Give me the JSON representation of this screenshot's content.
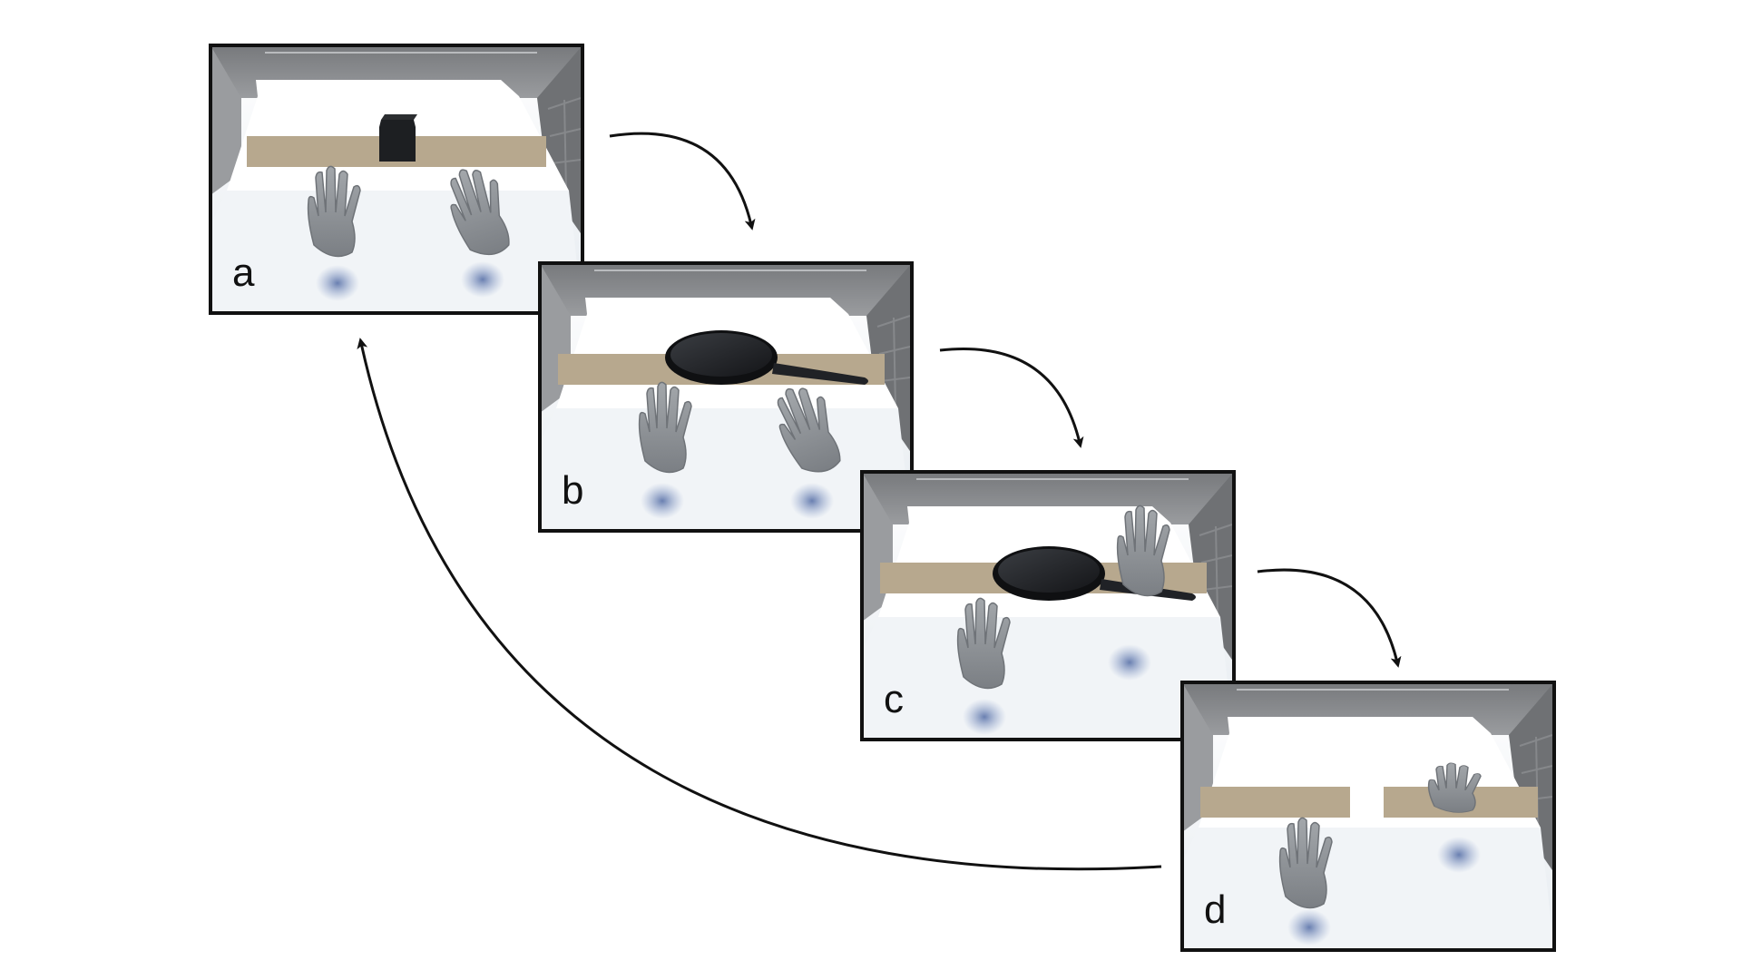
{
  "panels": [
    {
      "label": "a",
      "object": "cube"
    },
    {
      "label": "b",
      "object": "pan"
    },
    {
      "label": "c",
      "object": "pan-touched"
    },
    {
      "label": "d",
      "object": "split-board"
    }
  ],
  "arrows": [
    "a-to-b",
    "b-to-c",
    "c-to-d",
    "d-to-a"
  ],
  "colors": {
    "frame": "#111111",
    "wall": "#7f8184",
    "wall_dark": "#5f6164",
    "table": "#f6f8fa",
    "board": "#b7a88e",
    "hand": "#8e9296",
    "shadow": "#5f75a8",
    "object": "#1d1f22"
  },
  "icons": [
    "hand-icon",
    "cube-icon",
    "frying-pan-icon",
    "arrow-icon"
  ]
}
